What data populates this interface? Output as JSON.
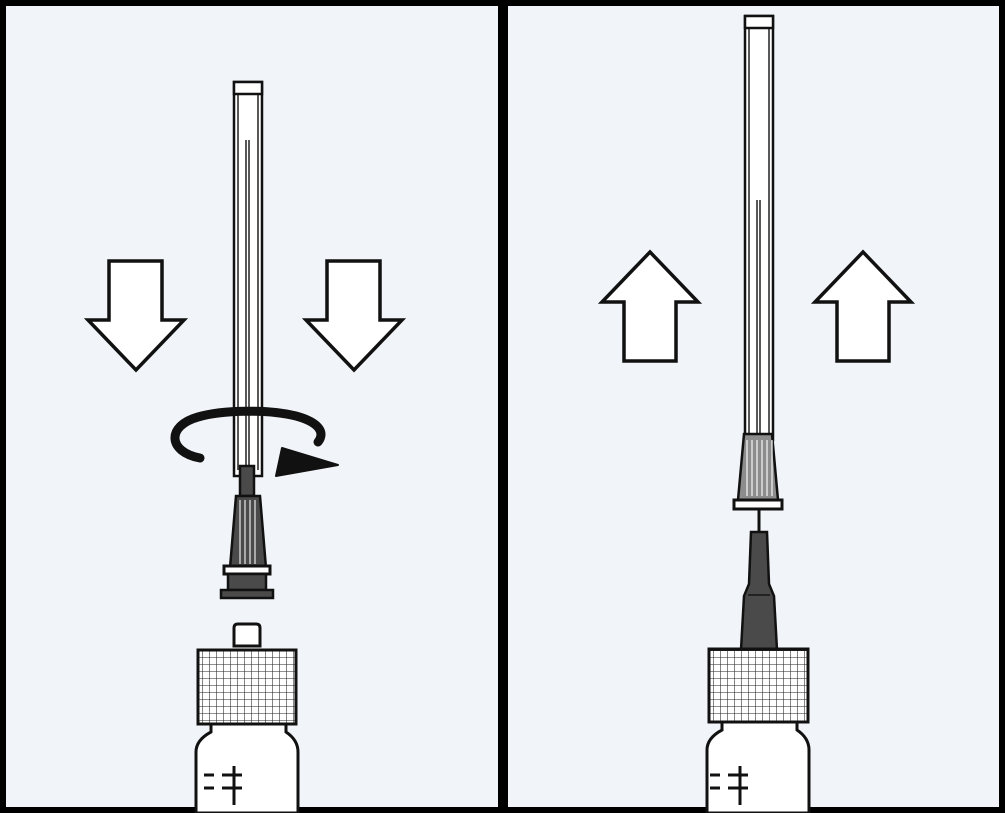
{
  "colors": {
    "panel_background": "#f1f5f9",
    "outline": "#111111",
    "frame": "#000000",
    "arrow_fill": "#ffffff",
    "hub_dark": "#4a4a4a",
    "hub_light": "#8c8c8c",
    "needle_cap_fill": "#ffffff",
    "grip_fill": "#ffffff"
  },
  "panels": [
    {
      "id": "left",
      "step": "attach-needle",
      "arrows": [
        "arrow-down-icon",
        "arrow-down-icon"
      ],
      "rotation_indicator": "rotate-clockwise-icon",
      "needle_cap_state": "attached-to-hub",
      "syringe_tip": "covered-luer-tip"
    },
    {
      "id": "right",
      "step": "remove-needle-cap",
      "arrows": [
        "arrow-up-icon",
        "arrow-up-icon"
      ],
      "needle_cap_state": "pulled-off",
      "syringe_tip": "needle-hub-attached"
    }
  ]
}
